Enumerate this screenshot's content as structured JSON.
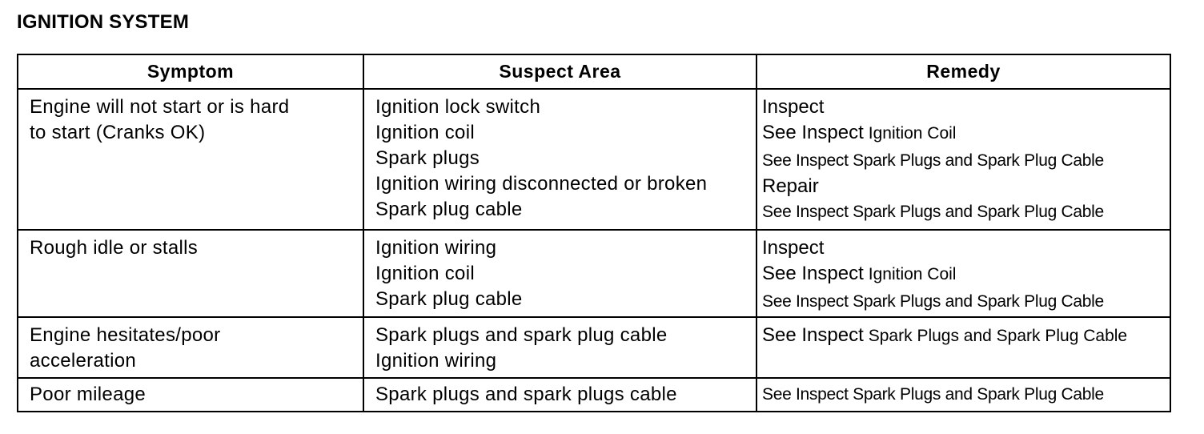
{
  "title": "IGNITION SYSTEM",
  "headers": {
    "symptom": "Symptom",
    "suspect_area": "Suspect Area",
    "remedy": "Remedy"
  },
  "rows": [
    {
      "symptom": "Engine will not start or is hard\nto start (Cranks OK)",
      "suspect": [
        "Ignition lock switch",
        "Ignition coil",
        "Spark plugs",
        "Ignition wiring disconnected or broken",
        "Spark plug cable"
      ],
      "remedy": [
        {
          "lead": "Inspect",
          "tail": ""
        },
        {
          "lead": "See Inspect",
          "tail": "Ignition Coil"
        },
        {
          "lead": "",
          "tail": "See Inspect Spark Plugs and Spark Plug Cable"
        },
        {
          "lead": "Repair",
          "tail": ""
        },
        {
          "lead": "",
          "tail": "See Inspect Spark Plugs and Spark Plug Cable"
        }
      ]
    },
    {
      "symptom": "Rough idle or stalls",
      "suspect": [
        "Ignition wiring",
        "Ignition coil",
        "Spark plug cable"
      ],
      "remedy": [
        {
          "lead": "Inspect",
          "tail": ""
        },
        {
          "lead": "See Inspect",
          "tail": "Ignition Coil"
        },
        {
          "lead": "",
          "tail": "See Inspect Spark Plugs and Spark Plug Cable"
        }
      ]
    },
    {
      "symptom": "Engine hesitates/poor\nacceleration",
      "suspect": [
        "Spark plugs and spark plug cable",
        "Ignition wiring"
      ],
      "remedy": [
        {
          "lead": "See Inspect",
          "tail": "Spark Plugs and Spark Plug Cable"
        }
      ]
    },
    {
      "symptom": "Poor mileage",
      "suspect": [
        "Spark plugs and spark plugs cable"
      ],
      "remedy": [
        {
          "lead": "",
          "tail": "See Inspect Spark Plugs and Spark Plug Cable"
        }
      ]
    }
  ]
}
